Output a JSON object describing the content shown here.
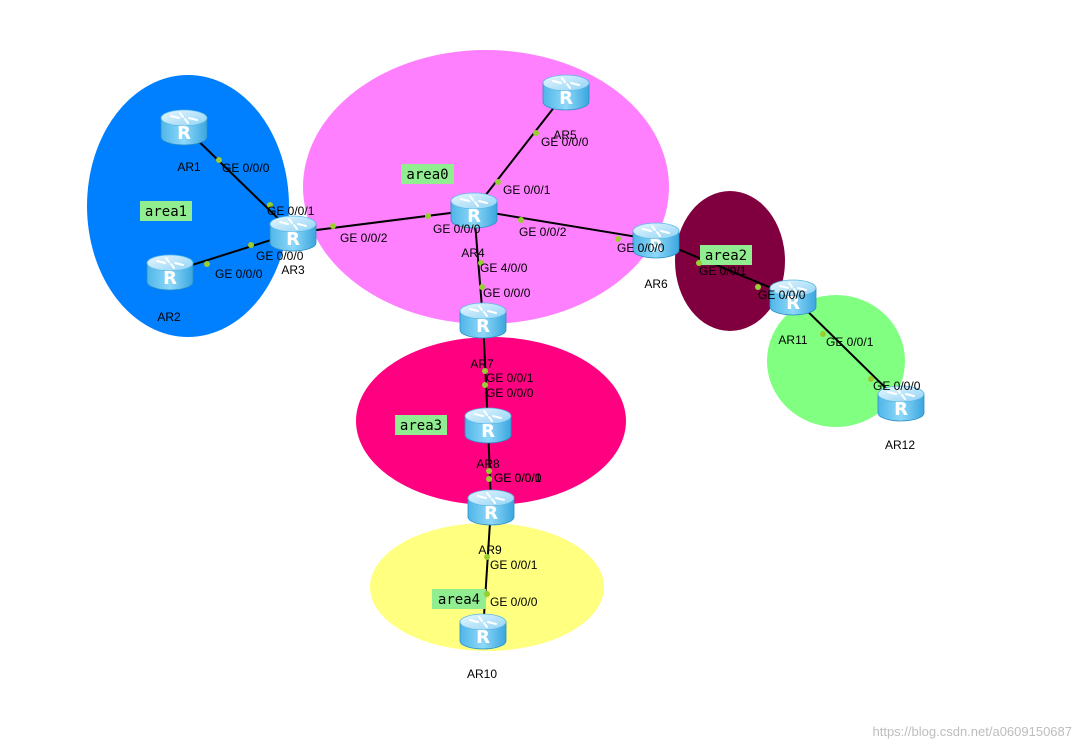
{
  "areas": [
    {
      "label": "area1",
      "color": "#0080ff"
    },
    {
      "label": "area0",
      "color": "#ff80ff"
    },
    {
      "label": "area2",
      "color": "#80003f"
    },
    {
      "label": "area3",
      "color": "#ff0080"
    },
    {
      "label": "area4",
      "color": "#ffff80"
    },
    {
      "color": "#80ff80"
    }
  ],
  "area_label_bg": "#90ee90",
  "link_color": "#000000",
  "port_dot_color": "#9acd32",
  "routers": [
    {
      "id": "AR1",
      "label": "AR1"
    },
    {
      "id": "AR2",
      "label": "AR2"
    },
    {
      "id": "AR3",
      "label": "AR3"
    },
    {
      "id": "AR4",
      "label": "AR4"
    },
    {
      "id": "AR5",
      "label": "AR5"
    },
    {
      "id": "AR6",
      "label": "AR6"
    },
    {
      "id": "AR7",
      "label": "AR7"
    },
    {
      "id": "AR8",
      "label": "AR8"
    },
    {
      "id": "AR9",
      "label": "AR9"
    },
    {
      "id": "AR10",
      "label": "AR10"
    },
    {
      "id": "AR11",
      "label": "AR11"
    },
    {
      "id": "AR12",
      "label": "AR12"
    }
  ],
  "links": [
    {
      "from": "AR1",
      "to": "AR3",
      "from_port": "GE 0/0/0",
      "to_port": "GE 0/0/1"
    },
    {
      "from": "AR2",
      "to": "AR3",
      "from_port": "GE 0/0/0",
      "to_port": "GE 0/0/0"
    },
    {
      "from": "AR3",
      "to": "AR4",
      "from_port": "GE 0/0/2",
      "to_port": "GE 0/0/0"
    },
    {
      "from": "AR4",
      "to": "AR5",
      "from_port": "GE 0/0/1",
      "to_port": "GE 0/0/0"
    },
    {
      "from": "AR4",
      "to": "AR6",
      "from_port": "GE 0/0/2",
      "to_port": "GE 0/0/0"
    },
    {
      "from": "AR4",
      "to": "AR7",
      "from_port": "GE 4/0/0",
      "to_port": "GE 0/0/0"
    },
    {
      "from": "AR6",
      "to": "AR11",
      "from_port": "GE 0/0/1",
      "to_port": "GE 0/0/0"
    },
    {
      "from": "AR11",
      "to": "AR12",
      "from_port": "GE 0/0/1",
      "to_port": "GE 0/0/0"
    },
    {
      "from": "AR7",
      "to": "AR8",
      "from_port": "GE 0/0/1",
      "to_port": "GE 0/0/0"
    },
    {
      "from": "AR8",
      "to": "AR9",
      "from_port": "GE 0/0/1",
      "to_port": "GE 0/0/0"
    },
    {
      "from": "AR9",
      "to": "AR10",
      "from_port": "GE 0/0/1",
      "to_port": "GE 0/0/0"
    }
  ],
  "watermark": "https://blog.csdn.net/a0609150687"
}
